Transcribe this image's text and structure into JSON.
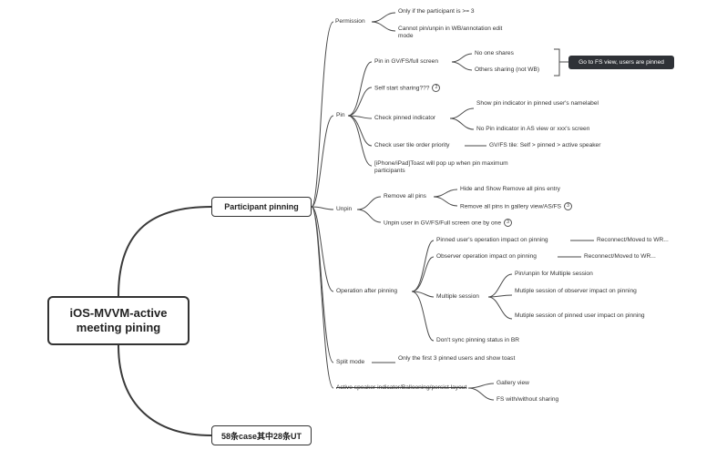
{
  "root": {
    "title": "iOS-MVVM-active meeting pining"
  },
  "branches": {
    "participant_pinning": "Participant pinning",
    "summary": "58条case其中28条UT"
  },
  "permission": {
    "label": "Permission",
    "items": [
      "Only if the participant is >= 3",
      "Cannot pin/unpin in WB/annotation edit mode"
    ]
  },
  "pin": {
    "label": "Pin",
    "gv_fs": {
      "label": "Pin in GV/FS/full screen",
      "items": [
        "No one shares",
        "Others sharing (not WB)"
      ],
      "callout": "Go to FS view, users are pinned"
    },
    "self_start": {
      "label": "Self start sharing???",
      "badge": "2"
    },
    "check_indicator": {
      "label": "Check pinned indicator",
      "items": [
        "Show pin indicator in pinned user's namelabel",
        "No Pin indicator in AS view or xxx's screen"
      ]
    },
    "tile_order": {
      "label": "Check user tile order priority",
      "detail": "GV/FS tile: Self > pinned > active speaker"
    },
    "ipad_toast": "[iPhone/iPad]Toast will pop up when pin maximum participants"
  },
  "unpin": {
    "label": "Unpin",
    "remove_all": {
      "label": "Remove all pins",
      "items": [
        {
          "text": "Hide and Show Remove all pins entry",
          "badge": ""
        },
        {
          "text": "Remove all pins in gallery view/AS/FS",
          "badge": "3"
        }
      ]
    },
    "one_by_one": {
      "label": "Unpin user in GV/FS/Full screen one by one",
      "badge": "3"
    }
  },
  "operation": {
    "label": "Operation after pinning",
    "pinned_user": {
      "label": "Pinned user's operation impact on pinning",
      "detail": "Reconnect/Moved to WR..."
    },
    "observer": {
      "label": "Observer operation impact on pinning",
      "detail": "Reconnect/Moved to WR..."
    },
    "multiple": {
      "label": "Multiple session",
      "items": [
        "Pin/unpin for Multiple session",
        "Mutiple session of observer impact on pinning",
        "Mutiple session of pinned user impact on pinning"
      ]
    },
    "no_sync": "Don't sync pinning status in BR"
  },
  "split": {
    "label": "Split mode",
    "detail": "Only the first 3 pinned users and show toast"
  },
  "active_speaker": {
    "label": "Active speaker indicator/Ballooning/persist layout",
    "items": [
      "Gallery view",
      "FS with/without sharing"
    ]
  },
  "colors": {
    "line": "#4a4a4a",
    "callout_bg": "#2f3237",
    "border": "#333333"
  }
}
